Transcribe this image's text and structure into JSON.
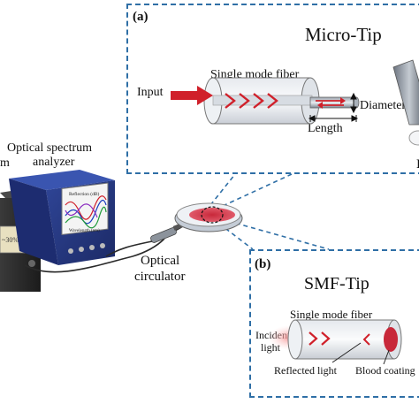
{
  "panel_a": {
    "label": "(a)",
    "title": "Micro-Tip",
    "fiber_label": "Single mode fiber",
    "input_label": "Input",
    "diameter_label": "Diameter",
    "length_label": "Length",
    "cut_letter": "I"
  },
  "panel_b": {
    "label": "(b)",
    "title": "SMF-Tip",
    "fiber_label": "Single mode fiber",
    "incident_label_1": "Incident",
    "incident_label_2": "light",
    "reflected_label": "Reflected light",
    "coating_label": "Blood coating"
  },
  "main": {
    "osa_label_1": "Optical spectrum",
    "osa_label_2": "analyzer",
    "circulator_label_1": "Optical",
    "circulator_label_2": "circulator",
    "left_label": "m",
    "source_readout": "~30%",
    "screen_title": "Reflection (dB)",
    "screen_xlabel": "Wavelength (nm)"
  },
  "colors": {
    "dashed_border": "#2f6fa6",
    "arrow_red": "#d0202a",
    "osa_blue": "#2b3f8f",
    "blood_red": "#c8283a"
  }
}
